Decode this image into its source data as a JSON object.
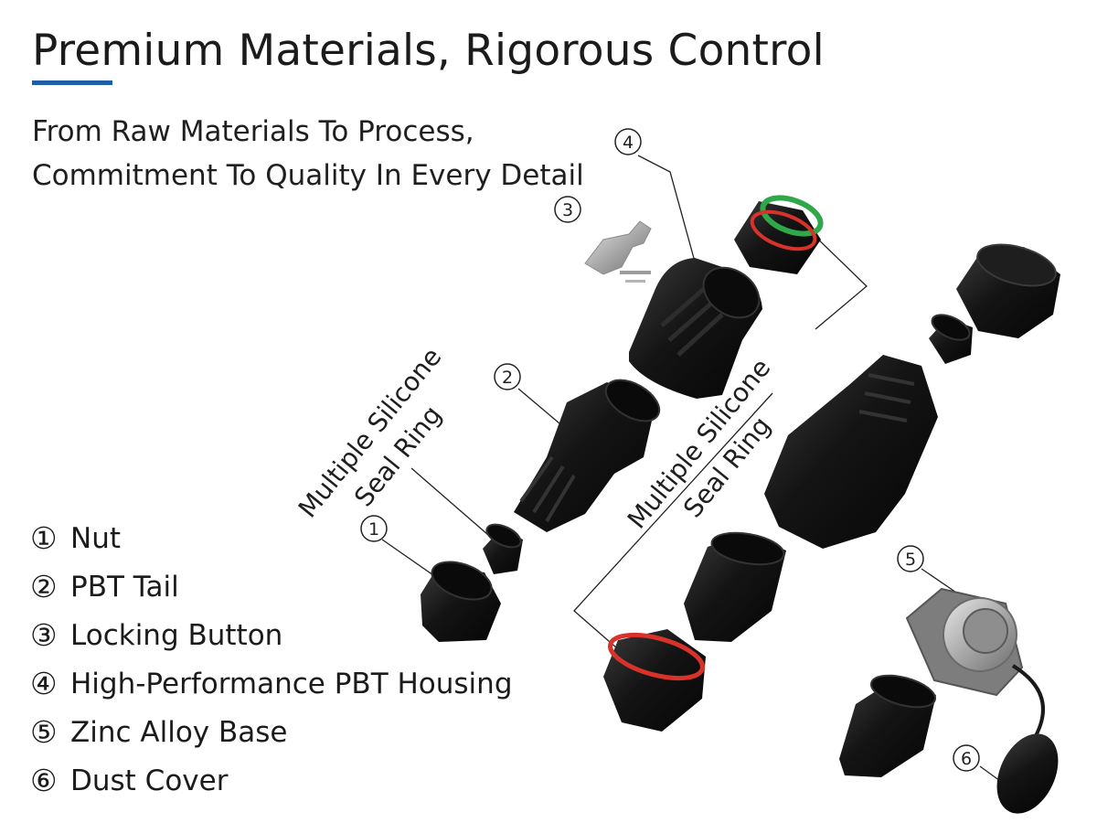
{
  "header": {
    "title": "Premium Materials, Rigorous Control",
    "accent_color": "#1f5fa8",
    "subtitle_lines": [
      "From Raw Materials To Process,",
      "Commitment To Quality In Every Detail"
    ]
  },
  "parts": [
    {
      "num": "①",
      "label": "Nut"
    },
    {
      "num": "②",
      "label": "PBT Tail"
    },
    {
      "num": "③",
      "label": "Locking Button"
    },
    {
      "num": "④",
      "label": "High-Performance PBT Housing"
    },
    {
      "num": "⑤",
      "label": "Zinc Alloy Base"
    },
    {
      "num": "⑥",
      "label": "Dust Cover"
    }
  ],
  "diagram": {
    "seal_callout_left": {
      "line1": "Multiple Silicone",
      "line2": "Seal Ring"
    },
    "seal_callout_right": {
      "line1": "Multiple Silicone",
      "line2": "Seal Ring"
    },
    "badges": {
      "nut": "1",
      "tail": "2",
      "button": "3",
      "housing": "4",
      "base": "5",
      "cover": "6"
    },
    "seal_colors": {
      "red": "#d8322a",
      "green": "#2fa84a"
    },
    "body_color": "#151515",
    "metal_color": "#b9b9b9"
  }
}
